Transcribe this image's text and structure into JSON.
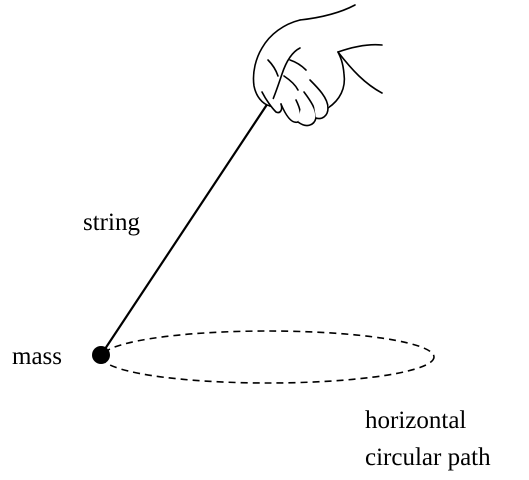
{
  "labels": {
    "string": "string",
    "mass": "mass",
    "path_line1": "horizontal",
    "path_line2": "circular path"
  },
  "colors": {
    "ink": "#000000",
    "background": "#ffffff"
  },
  "icons": {
    "hand": "hand-icon"
  }
}
